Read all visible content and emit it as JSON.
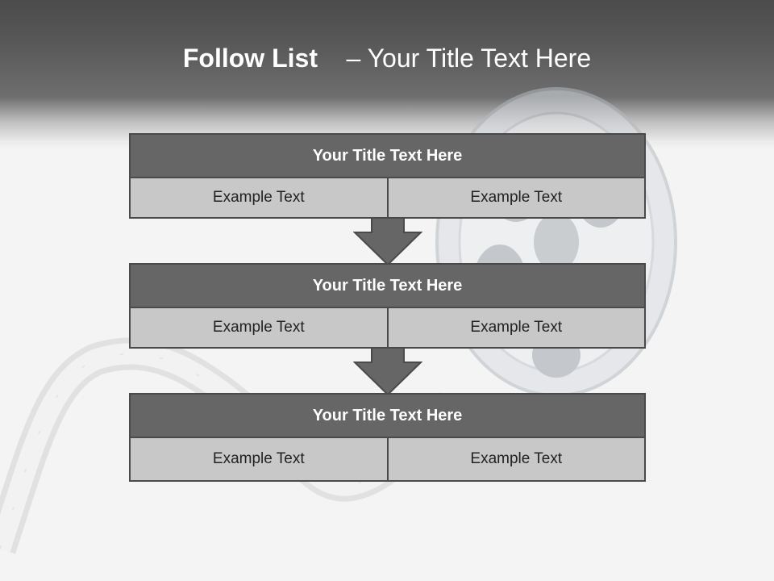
{
  "slide": {
    "title_strong": "Follow List",
    "title_rest": "– Your Title Text Here"
  },
  "steps": [
    {
      "title": "Your Title Text Here",
      "left": "Example Text",
      "right": "Example Text"
    },
    {
      "title": "Your Title Text Here",
      "left": "Example Text",
      "right": "Example Text"
    },
    {
      "title": "Your Title Text Here",
      "left": "Example Text",
      "right": "Example Text"
    }
  ],
  "colors": {
    "header": "#555555",
    "step_title_fill": "#666666",
    "step_cell_fill": "#c8c8c8",
    "arrow_fill": "#666666"
  },
  "icons": [
    "film-reel-icon",
    "film-strip-icon",
    "down-arrow-icon"
  ]
}
